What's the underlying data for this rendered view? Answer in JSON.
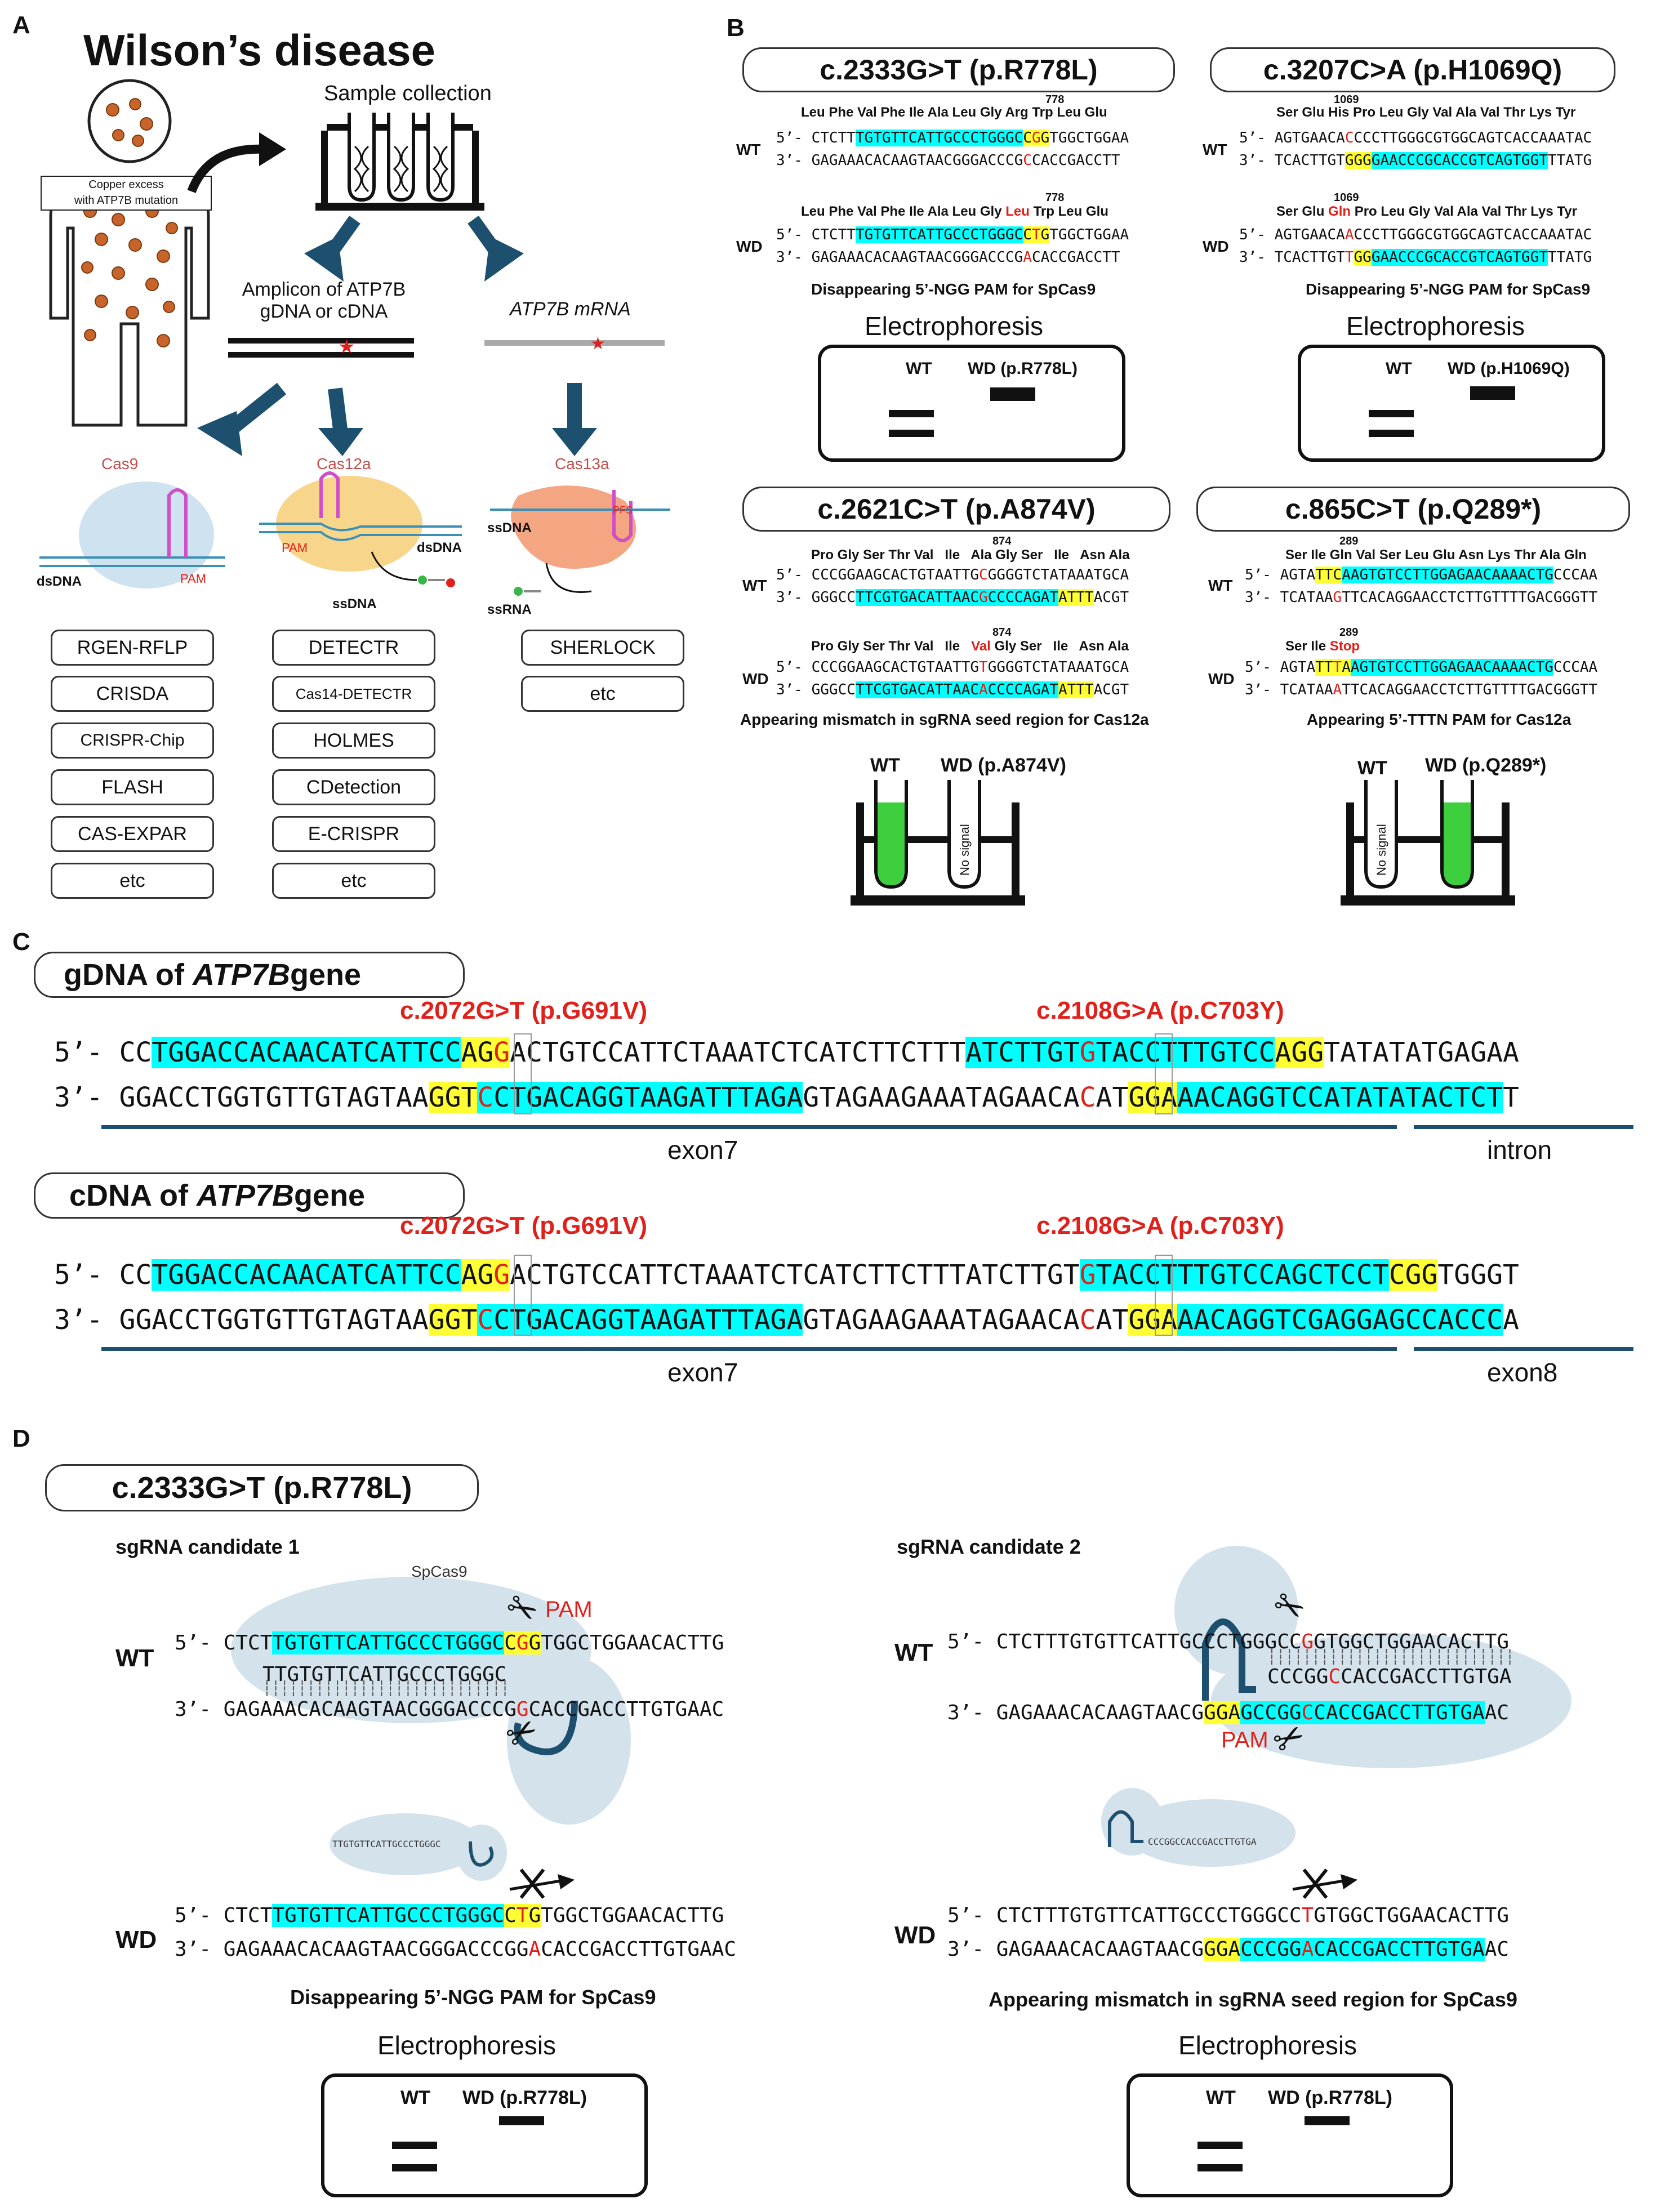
{
  "panels": {
    "A": "A",
    "B": "B",
    "C": "C",
    "D": "D"
  },
  "panelA": {
    "title": "Wilson’s disease",
    "copper_label_1": "Copper excess",
    "copper_label_2": "with ATP7B mutation",
    "sample_collection": "Sample collection",
    "amplicon_1": "Amplicon of ATP7B",
    "amplicon_2": "gDNA or cDNA",
    "mrna": "ATP7B mRNA",
    "cas9": "Cas9",
    "cas12a": "Cas12a",
    "cas13a": "Cas13a",
    "dsDNA": "dsDNA",
    "ssDNA": "ssDNA",
    "ssRNA": "ssRNA",
    "PAM": "PAM",
    "PFS": "PFS",
    "col1": [
      "RGEN-RFLP",
      "CRISDA",
      "CRISPR-Chip",
      "FLASH",
      "CAS-EXPAR",
      "etc"
    ],
    "col2": [
      "DETECTR",
      "Cas14-DETECTR",
      "HOLMES",
      "CDetection",
      "E-CRISPR",
      "etc"
    ],
    "col3": [
      "SHERLOCK",
      "etc"
    ]
  },
  "panelB": {
    "m1": {
      "title": "c.2333G>T (p.R778L)",
      "caption": "Disappearing 5’-NGG PAM for SpCas9",
      "gel_wt": "WT",
      "gel_wd": "WD (p.R778L)"
    },
    "m2": {
      "title": "c.3207C>A (p.H1069Q)",
      "caption": "Disappearing 5’-NGG PAM for SpCas9",
      "gel_wt": "WT",
      "gel_wd": "WD (p.H1069Q)"
    },
    "m3": {
      "title": "c.2621C>T (p.A874V)",
      "caption": "Appearing mismatch in sgRNA seed region for Cas12a",
      "tube_wt": "WT",
      "tube_wd": "WD (p.A874V)"
    },
    "m4": {
      "title": "c.865C>T (p.Q289*)",
      "caption": "Appearing 5’-TTTN PAM for Cas12a",
      "tube_wt": "WT",
      "tube_wd": "WD (p.Q289*)"
    },
    "electrophoresis": "Electrophoresis",
    "no_signal": "No signal",
    "WT": "WT",
    "WD": "WD",
    "p5": "5’-",
    "p3": "3’-"
  },
  "panelC": {
    "gdna_title_a": "gDNA of ",
    "gdna_title_b": "ATP7B",
    "gdna_title_c": " gene",
    "cdna_title_a": "cDNA of ",
    "cdna_title_b": "ATP7B",
    "cdna_title_c": " gene",
    "mut1": "c.2072G>T (p.G691V)",
    "mut2": "c.2108G>A (p.C703Y)",
    "exon7": "exon7",
    "intron": "intron",
    "exon8": "exon8"
  },
  "panelD": {
    "title": "c.2333G>T (p.R778L)",
    "cand1": "sgRNA candidate 1",
    "cand2": "sgRNA candidate 2",
    "spcas9": "SpCas9",
    "PAM": "PAM",
    "caption1": "Disappearing 5’-NGG PAM for SpCas9",
    "caption2": "Appearing mismatch in sgRNA seed region for SpCas9",
    "electrophoresis": "Electrophoresis",
    "gel_wt": "WT",
    "gel_wd": "WD (p.R778L)",
    "guide1_small": "TTGTGTTCATTGCCCTGGGC",
    "guide2_small": "CCCGGCCACCGACCTTGTGA"
  },
  "colors": {
    "cyan": "#00ffff",
    "yellow": "#ffff33",
    "red": "#e0201b",
    "arrow": "#1d4f6e",
    "gel": "#111111"
  }
}
